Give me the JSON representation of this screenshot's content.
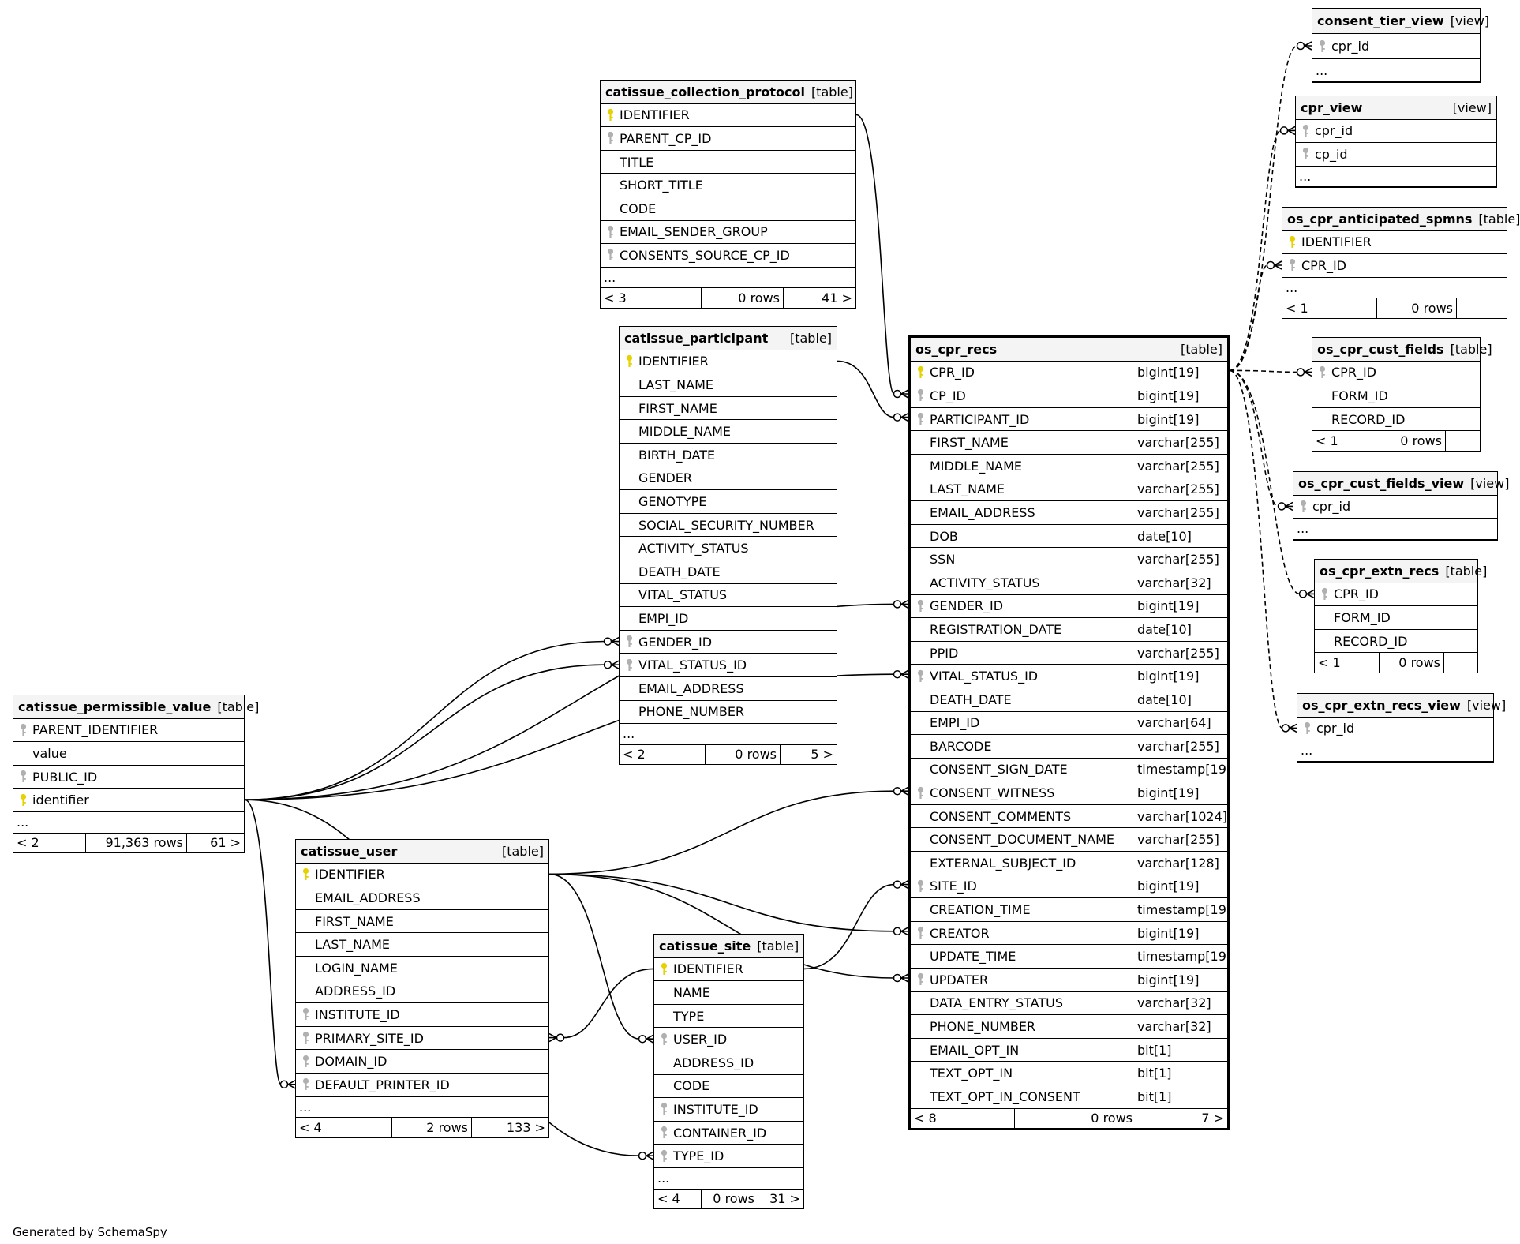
{
  "footer_text": "Generated by SchemaSpy",
  "colors": {
    "primary_key": "#e6d200",
    "foreign_key": "#b0b0b0",
    "header_bg": "#f4f4f4",
    "line": "#000000"
  },
  "tables": {
    "consent_tier_view": {
      "name": "consent_tier_view",
      "type": "[view]",
      "columns": [
        {
          "name": "cpr_id",
          "key": "fk"
        }
      ],
      "ellipsis": "...",
      "footer": null
    },
    "cpr_view": {
      "name": "cpr_view",
      "type": "[view]",
      "columns": [
        {
          "name": "cpr_id",
          "key": "fk"
        },
        {
          "name": "cp_id",
          "key": "fk"
        }
      ],
      "ellipsis": "...",
      "footer": null
    },
    "os_cpr_anticipated_spmns": {
      "name": "os_cpr_anticipated_spmns",
      "type": "[table]",
      "columns": [
        {
          "name": "IDENTIFIER",
          "key": "pk"
        },
        {
          "name": "CPR_ID",
          "key": "fk"
        }
      ],
      "ellipsis": "...",
      "footer": {
        "left": "< 1",
        "mid": "0 rows",
        "right": ""
      }
    },
    "os_cpr_cust_fields": {
      "name": "os_cpr_cust_fields",
      "type": "[table]",
      "columns": [
        {
          "name": "CPR_ID",
          "key": "fk"
        },
        {
          "name": "FORM_ID",
          "key": ""
        },
        {
          "name": "RECORD_ID",
          "key": ""
        }
      ],
      "ellipsis": null,
      "footer": {
        "left": "< 1",
        "mid": "0 rows",
        "right": ""
      }
    },
    "os_cpr_cust_fields_view": {
      "name": "os_cpr_cust_fields_view",
      "type": "[view]",
      "columns": [
        {
          "name": "cpr_id",
          "key": "fk"
        }
      ],
      "ellipsis": "...",
      "footer": null
    },
    "os_cpr_extn_recs": {
      "name": "os_cpr_extn_recs",
      "type": "[table]",
      "columns": [
        {
          "name": "CPR_ID",
          "key": "fk"
        },
        {
          "name": "FORM_ID",
          "key": ""
        },
        {
          "name": "RECORD_ID",
          "key": ""
        }
      ],
      "ellipsis": null,
      "footer": {
        "left": "< 1",
        "mid": "0 rows",
        "right": ""
      }
    },
    "os_cpr_extn_recs_view": {
      "name": "os_cpr_extn_recs_view",
      "type": "[view]",
      "columns": [
        {
          "name": "cpr_id",
          "key": "fk"
        }
      ],
      "ellipsis": "...",
      "footer": null
    },
    "catissue_collection_protocol": {
      "name": "catissue_collection_protocol",
      "type": "[table]",
      "columns": [
        {
          "name": "IDENTIFIER",
          "key": "pk"
        },
        {
          "name": "PARENT_CP_ID",
          "key": "fk"
        },
        {
          "name": "TITLE",
          "key": ""
        },
        {
          "name": "SHORT_TITLE",
          "key": ""
        },
        {
          "name": "CODE",
          "key": ""
        },
        {
          "name": "EMAIL_SENDER_GROUP",
          "key": "fk"
        },
        {
          "name": "CONSENTS_SOURCE_CP_ID",
          "key": "fk"
        }
      ],
      "ellipsis": "...",
      "footer": {
        "left": "< 3",
        "mid": "0 rows",
        "right": "41 >"
      }
    },
    "catissue_participant": {
      "name": "catissue_participant",
      "type": "[table]",
      "columns": [
        {
          "name": "IDENTIFIER",
          "key": "pk"
        },
        {
          "name": "LAST_NAME",
          "key": ""
        },
        {
          "name": "FIRST_NAME",
          "key": ""
        },
        {
          "name": "MIDDLE_NAME",
          "key": ""
        },
        {
          "name": "BIRTH_DATE",
          "key": ""
        },
        {
          "name": "GENDER",
          "key": ""
        },
        {
          "name": "GENOTYPE",
          "key": ""
        },
        {
          "name": "SOCIAL_SECURITY_NUMBER",
          "key": ""
        },
        {
          "name": "ACTIVITY_STATUS",
          "key": ""
        },
        {
          "name": "DEATH_DATE",
          "key": ""
        },
        {
          "name": "VITAL_STATUS",
          "key": ""
        },
        {
          "name": "EMPI_ID",
          "key": ""
        },
        {
          "name": "GENDER_ID",
          "key": "fk"
        },
        {
          "name": "VITAL_STATUS_ID",
          "key": "fk"
        },
        {
          "name": "EMAIL_ADDRESS",
          "key": ""
        },
        {
          "name": "PHONE_NUMBER",
          "key": ""
        }
      ],
      "ellipsis": "...",
      "footer": {
        "left": "< 2",
        "mid": "0 rows",
        "right": "5 >"
      }
    },
    "catissue_permissible_value": {
      "name": "catissue_permissible_value",
      "type": "[table]",
      "columns": [
        {
          "name": "PARENT_IDENTIFIER",
          "key": "fk"
        },
        {
          "name": "value",
          "key": ""
        },
        {
          "name": "PUBLIC_ID",
          "key": "fk"
        },
        {
          "name": "identifier",
          "key": "pk"
        }
      ],
      "ellipsis": "...",
      "footer": {
        "left": "< 2",
        "mid": "91,363 rows",
        "right": "61 >"
      }
    },
    "catissue_user": {
      "name": "catissue_user",
      "type": "[table]",
      "columns": [
        {
          "name": "IDENTIFIER",
          "key": "pk"
        },
        {
          "name": "EMAIL_ADDRESS",
          "key": ""
        },
        {
          "name": "FIRST_NAME",
          "key": ""
        },
        {
          "name": "LAST_NAME",
          "key": ""
        },
        {
          "name": "LOGIN_NAME",
          "key": ""
        },
        {
          "name": "ADDRESS_ID",
          "key": ""
        },
        {
          "name": "INSTITUTE_ID",
          "key": "fk"
        },
        {
          "name": "PRIMARY_SITE_ID",
          "key": "fk"
        },
        {
          "name": "DOMAIN_ID",
          "key": "fk"
        },
        {
          "name": "DEFAULT_PRINTER_ID",
          "key": "fk"
        }
      ],
      "ellipsis": "...",
      "footer": {
        "left": "< 4",
        "mid": "2 rows",
        "right": "133 >"
      }
    },
    "catissue_site": {
      "name": "catissue_site",
      "type": "[table]",
      "columns": [
        {
          "name": "IDENTIFIER",
          "key": "pk"
        },
        {
          "name": "NAME",
          "key": ""
        },
        {
          "name": "TYPE",
          "key": ""
        },
        {
          "name": "USER_ID",
          "key": "fk"
        },
        {
          "name": "ADDRESS_ID",
          "key": ""
        },
        {
          "name": "CODE",
          "key": ""
        },
        {
          "name": "INSTITUTE_ID",
          "key": "fk"
        },
        {
          "name": "CONTAINER_ID",
          "key": "fk"
        },
        {
          "name": "TYPE_ID",
          "key": "fk"
        }
      ],
      "ellipsis": "...",
      "footer": {
        "left": "< 4",
        "mid": "0 rows",
        "right": "31 >"
      }
    },
    "os_cpr_recs": {
      "name": "os_cpr_recs",
      "type": "[table]",
      "columns": [
        {
          "name": "CPR_ID",
          "key": "pk",
          "type": "bigint[19]"
        },
        {
          "name": "CP_ID",
          "key": "fk",
          "type": "bigint[19]"
        },
        {
          "name": "PARTICIPANT_ID",
          "key": "fk",
          "type": "bigint[19]"
        },
        {
          "name": "FIRST_NAME",
          "key": "",
          "type": "varchar[255]"
        },
        {
          "name": "MIDDLE_NAME",
          "key": "",
          "type": "varchar[255]"
        },
        {
          "name": "LAST_NAME",
          "key": "",
          "type": "varchar[255]"
        },
        {
          "name": "EMAIL_ADDRESS",
          "key": "",
          "type": "varchar[255]"
        },
        {
          "name": "DOB",
          "key": "",
          "type": "date[10]"
        },
        {
          "name": "SSN",
          "key": "",
          "type": "varchar[255]"
        },
        {
          "name": "ACTIVITY_STATUS",
          "key": "",
          "type": "varchar[32]"
        },
        {
          "name": "GENDER_ID",
          "key": "fk",
          "type": "bigint[19]"
        },
        {
          "name": "REGISTRATION_DATE",
          "key": "",
          "type": "date[10]"
        },
        {
          "name": "PPID",
          "key": "",
          "type": "varchar[255]"
        },
        {
          "name": "VITAL_STATUS_ID",
          "key": "fk",
          "type": "bigint[19]"
        },
        {
          "name": "DEATH_DATE",
          "key": "",
          "type": "date[10]"
        },
        {
          "name": "EMPI_ID",
          "key": "",
          "type": "varchar[64]"
        },
        {
          "name": "BARCODE",
          "key": "",
          "type": "varchar[255]"
        },
        {
          "name": "CONSENT_SIGN_DATE",
          "key": "",
          "type": "timestamp[19]"
        },
        {
          "name": "CONSENT_WITNESS",
          "key": "fk",
          "type": "bigint[19]"
        },
        {
          "name": "CONSENT_COMMENTS",
          "key": "",
          "type": "varchar[1024]"
        },
        {
          "name": "CONSENT_DOCUMENT_NAME",
          "key": "",
          "type": "varchar[255]"
        },
        {
          "name": "EXTERNAL_SUBJECT_ID",
          "key": "",
          "type": "varchar[128]"
        },
        {
          "name": "SITE_ID",
          "key": "fk",
          "type": "bigint[19]"
        },
        {
          "name": "CREATION_TIME",
          "key": "",
          "type": "timestamp[19]"
        },
        {
          "name": "CREATOR",
          "key": "fk",
          "type": "bigint[19]"
        },
        {
          "name": "UPDATE_TIME",
          "key": "",
          "type": "timestamp[19]"
        },
        {
          "name": "UPDATER",
          "key": "fk",
          "type": "bigint[19]"
        },
        {
          "name": "DATA_ENTRY_STATUS",
          "key": "",
          "type": "varchar[32]"
        },
        {
          "name": "PHONE_NUMBER",
          "key": "",
          "type": "varchar[32]"
        },
        {
          "name": "EMAIL_OPT_IN",
          "key": "",
          "type": "bit[1]"
        },
        {
          "name": "TEXT_OPT_IN",
          "key": "",
          "type": "bit[1]"
        },
        {
          "name": "TEXT_OPT_IN_CONSENT",
          "key": "",
          "type": "bit[1]"
        }
      ],
      "ellipsis": null,
      "footer": {
        "left": "< 8",
        "mid": "0 rows",
        "right": "7 >"
      }
    }
  },
  "relationships": [
    {
      "from": "catissue_collection_protocol.IDENTIFIER",
      "to": "os_cpr_recs.CP_ID",
      "style": "solid"
    },
    {
      "from": "catissue_participant.IDENTIFIER",
      "to": "os_cpr_recs.PARTICIPANT_ID",
      "style": "solid"
    },
    {
      "from": "catissue_permissible_value.identifier",
      "to": "os_cpr_recs.GENDER_ID",
      "style": "solid"
    },
    {
      "from": "catissue_permissible_value.identifier",
      "to": "os_cpr_recs.VITAL_STATUS_ID",
      "style": "solid"
    },
    {
      "from": "catissue_permissible_value.identifier",
      "to": "catissue_participant.GENDER_ID",
      "style": "solid"
    },
    {
      "from": "catissue_permissible_value.identifier",
      "to": "catissue_participant.VITAL_STATUS_ID",
      "style": "solid"
    },
    {
      "from": "catissue_permissible_value.identifier",
      "to": "catissue_user.DEFAULT_PRINTER_ID",
      "style": "solid"
    },
    {
      "from": "catissue_permissible_value.identifier",
      "to": "catissue_site.TYPE_ID",
      "style": "solid"
    },
    {
      "from": "catissue_user.IDENTIFIER",
      "to": "os_cpr_recs.CONSENT_WITNESS",
      "style": "solid"
    },
    {
      "from": "catissue_user.IDENTIFIER",
      "to": "os_cpr_recs.CREATOR",
      "style": "solid"
    },
    {
      "from": "catissue_user.IDENTIFIER",
      "to": "os_cpr_recs.UPDATER",
      "style": "solid"
    },
    {
      "from": "catissue_user.IDENTIFIER",
      "to": "catissue_site.USER_ID",
      "style": "solid"
    },
    {
      "from": "catissue_site.IDENTIFIER",
      "to": "os_cpr_recs.SITE_ID",
      "style": "solid"
    },
    {
      "from": "catissue_site.IDENTIFIER",
      "to": "catissue_user.PRIMARY_SITE_ID",
      "style": "solid"
    },
    {
      "from": "os_cpr_recs.CPR_ID",
      "to": "consent_tier_view.cpr_id",
      "style": "dashed"
    },
    {
      "from": "os_cpr_recs.CPR_ID",
      "to": "cpr_view.cpr_id",
      "style": "dashed"
    },
    {
      "from": "os_cpr_recs.CPR_ID",
      "to": "os_cpr_anticipated_spmns.CPR_ID",
      "style": "dashed"
    },
    {
      "from": "os_cpr_recs.CPR_ID",
      "to": "os_cpr_cust_fields.CPR_ID",
      "style": "dashed"
    },
    {
      "from": "os_cpr_recs.CPR_ID",
      "to": "os_cpr_cust_fields_view.cpr_id",
      "style": "dashed"
    },
    {
      "from": "os_cpr_recs.CPR_ID",
      "to": "os_cpr_extn_recs.CPR_ID",
      "style": "dashed"
    },
    {
      "from": "os_cpr_recs.CPR_ID",
      "to": "os_cpr_extn_recs_view.cpr_id",
      "style": "dashed"
    }
  ]
}
